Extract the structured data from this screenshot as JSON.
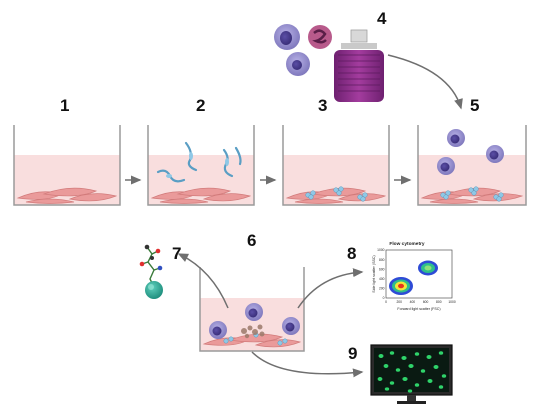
{
  "steps": {
    "s1": "1",
    "s2": "2",
    "s3": "3",
    "s4": "4",
    "s5": "5",
    "s6": "6",
    "s7": "7",
    "s8": "8",
    "s9": "9"
  },
  "flow_plot": {
    "title": "Flow cytometry",
    "xlabel": "Forward light scatter (FSC)",
    "ylabel": "Side light scatter (SSC)",
    "x_ticks": [
      "0",
      "200",
      "400",
      "600",
      "800",
      "1000"
    ],
    "y_ticks": [
      "0",
      "200",
      "400",
      "600",
      "800",
      "1000"
    ]
  },
  "colors": {
    "medium": "#f9dede",
    "cell": "#ea9a9a",
    "immune": "#8f87c9",
    "parasite": "#8fc8e6",
    "vial": "#8b2d86",
    "arrow": "#6f6f6f"
  }
}
